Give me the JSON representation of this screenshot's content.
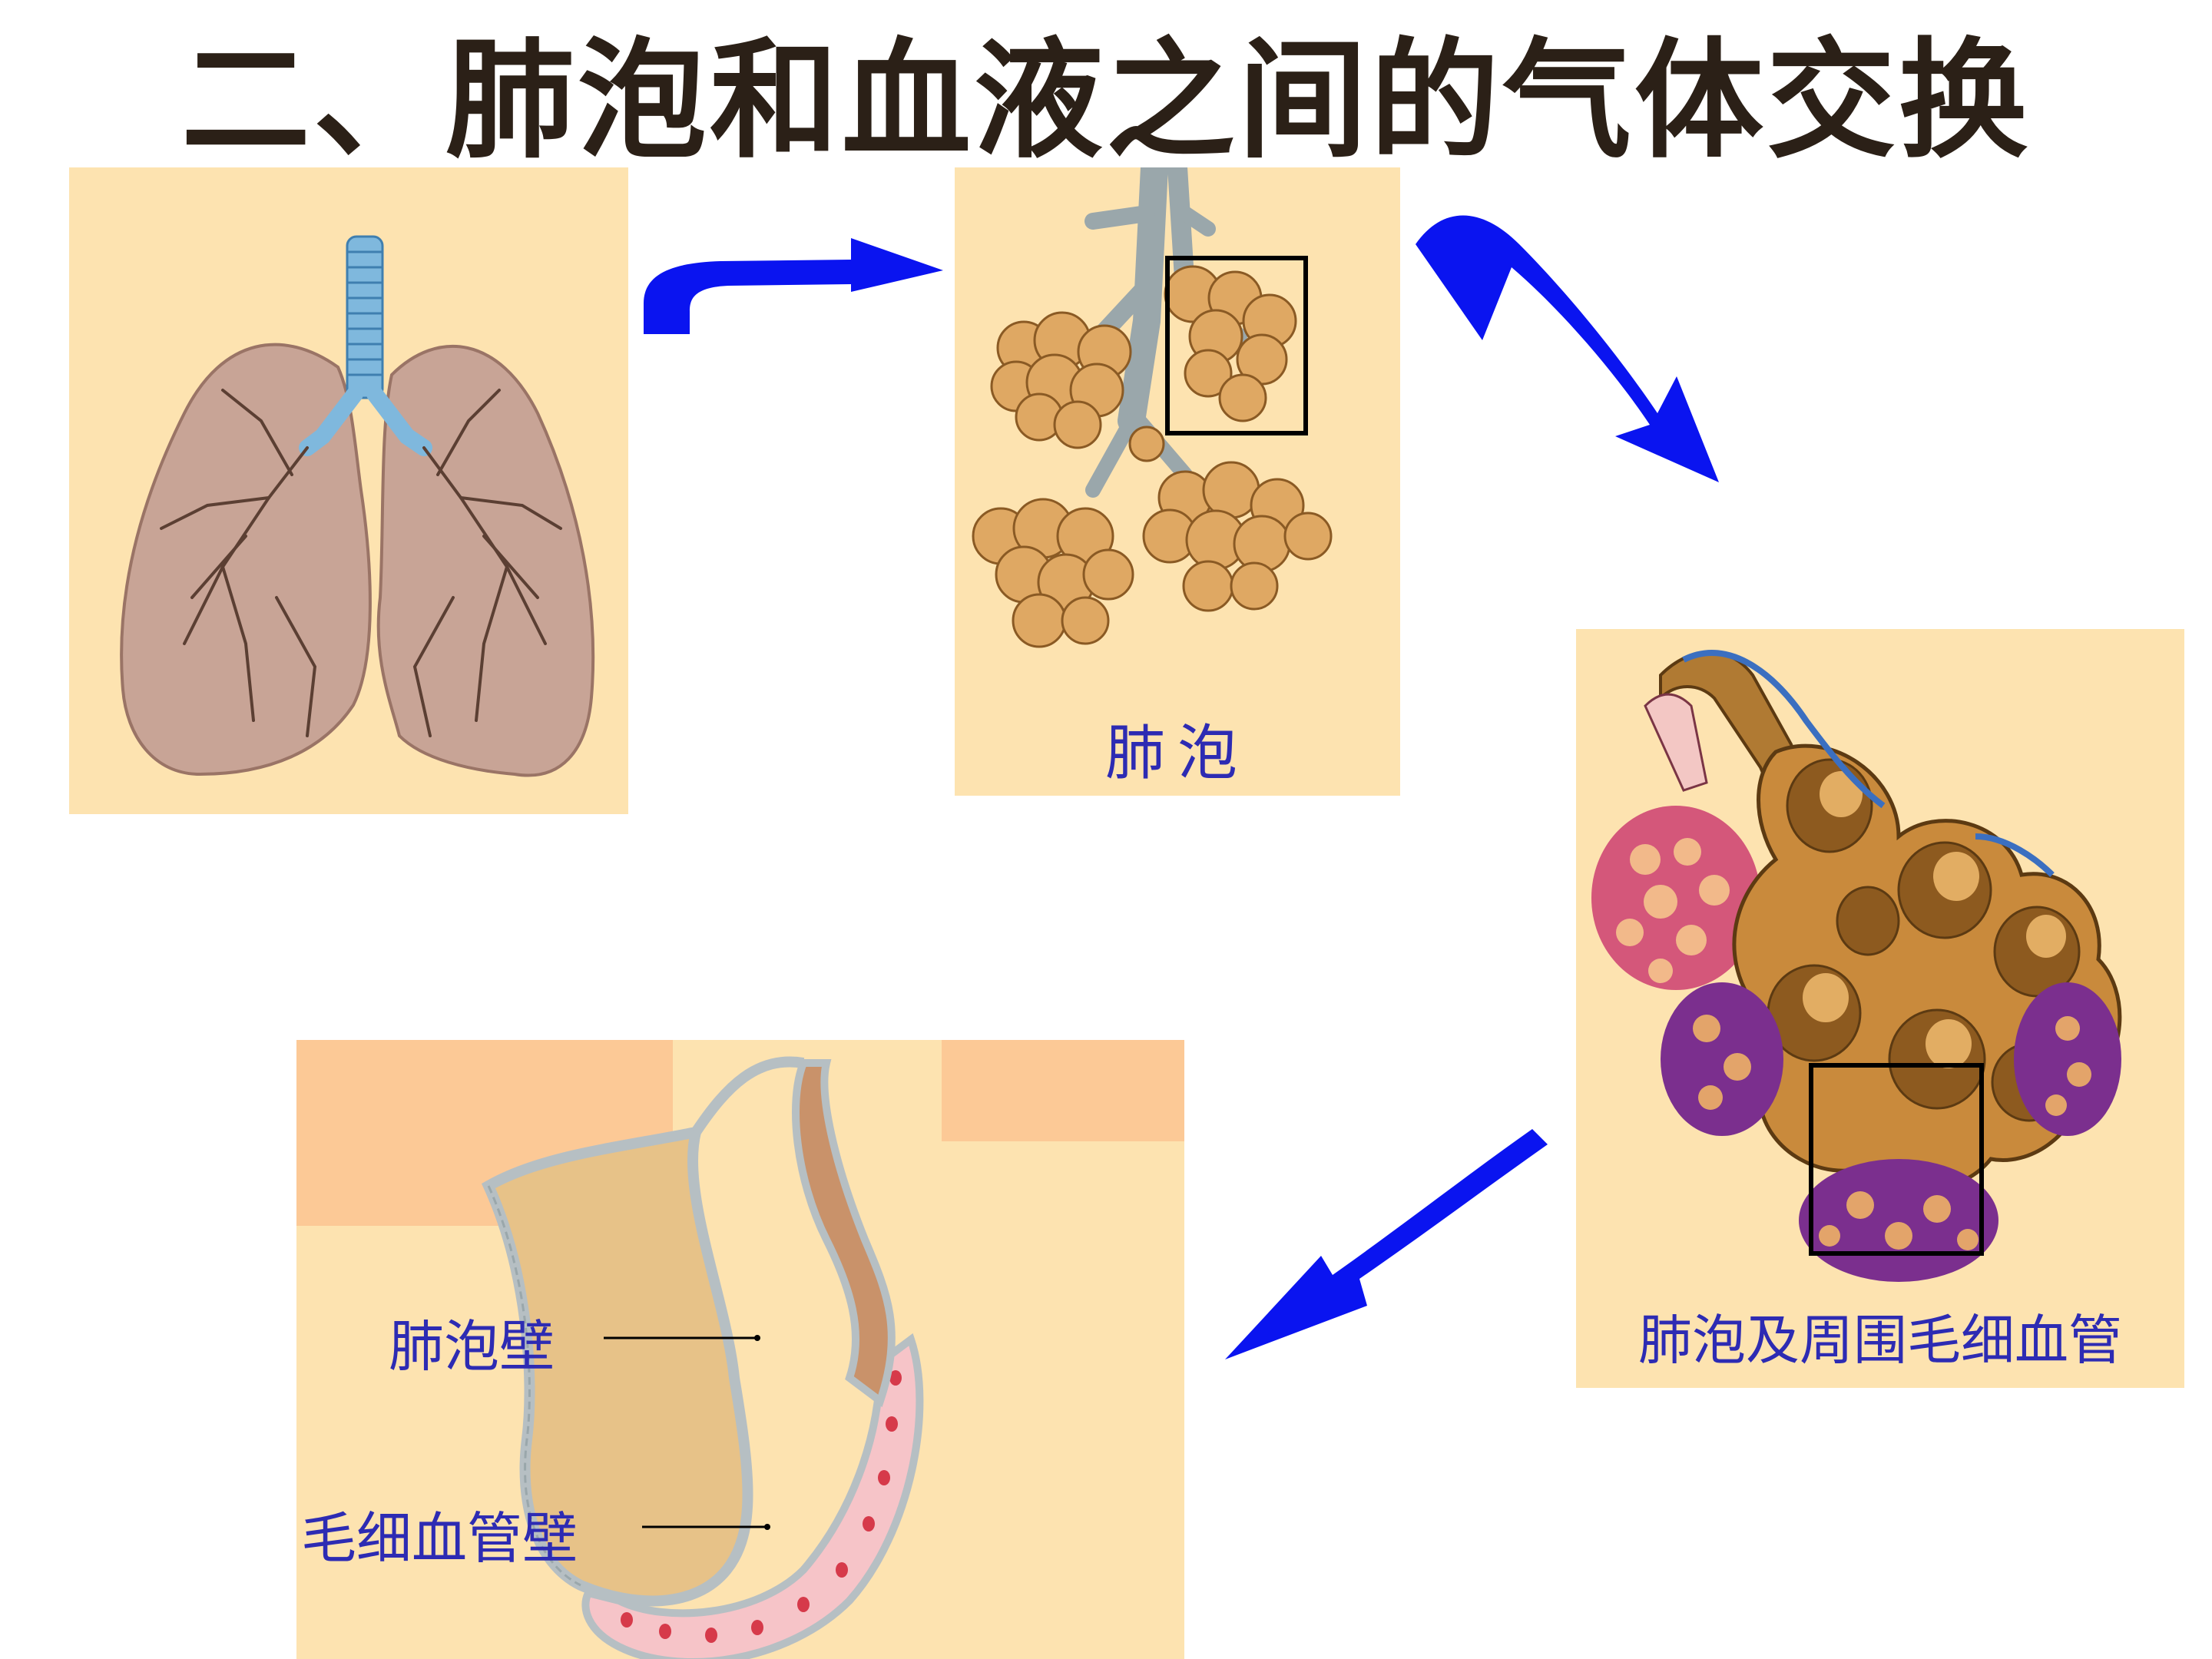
{
  "title": "二、肺泡和血液之间的气体交换",
  "panels": {
    "lungs": {
      "caption": ""
    },
    "alveoli": {
      "caption": "肺泡"
    },
    "capillaries": {
      "caption": "肺泡及周围毛细血管"
    },
    "wall": {
      "label_alveolar_wall": "肺泡壁",
      "label_capillary_wall": "毛细血管壁"
    }
  },
  "colors": {
    "panel_background": "#fde3b0",
    "arrow": "#0a14f0",
    "caption_text": "#2d2bb3",
    "title_text": "#2b2017"
  },
  "icons": {
    "flow_arrows": [
      "curved-arrow-right",
      "curved-arrow-down",
      "arrow-down-left"
    ]
  }
}
